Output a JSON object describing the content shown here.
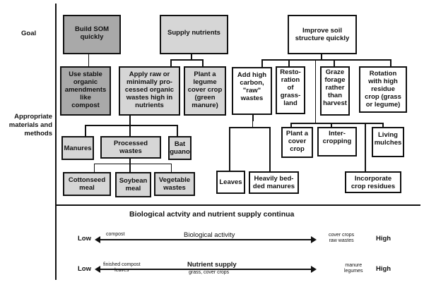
{
  "row_labels": {
    "goal": "Goal",
    "methods": "Appropriate\nmaterials and\nmethods"
  },
  "goals": {
    "som": "Build SOM\nquickly",
    "nutrients": "Supply nutrients",
    "structure": "Improve soil\nstructure quickly"
  },
  "methods": {
    "stable": "Use stable\norganic\namendments\nlike\ncompost",
    "apply_raw": "Apply raw or\nminimally pro-\ncessed organic\nwastes high in\nnutrients",
    "legume": "Plant a\nlegume\ncover crop\n(green\nmanure)",
    "high_carbon": "Add high\ncarbon,\n\"raw\"\nwastes",
    "restoration": "Resto-\nration\nof\ngrass-\nland",
    "graze": "Graze\nforage\nrather\nthan\nharvest",
    "rotation": "Rotation\nwith high\nresidue\ncrop (grass\nor legume)",
    "manures": "Manures",
    "processed": "Processed\nwastes",
    "bat_guano": "Bat\nguano",
    "cottonseed": "Cottonseed\nmeal",
    "soybean": "Soybean\nmeal",
    "vegetable": "Vegetable\nwastes",
    "leaves": "Leaves",
    "bedded": "Heavily bed-\nded manures",
    "cover_crop": "Plant a\ncover\ncrop",
    "intercropping": "Inter-\ncropping",
    "living_mulches": "Living\nmulches",
    "incorporate": "Incorporate\ncrop residues"
  },
  "continua": {
    "title": "Biological actvity and nutrient supply continua",
    "bio": {
      "low": "Low",
      "high": "High",
      "label": "Biological activity",
      "left": "compost",
      "right": "cover crops\nraw wastes"
    },
    "nut": {
      "low": "Low",
      "high": "High",
      "label": "Nutrient supply",
      "label_sub": "grass, cover crops",
      "left": "finished compost\nleaves",
      "right": "manure\nlegumes"
    }
  }
}
